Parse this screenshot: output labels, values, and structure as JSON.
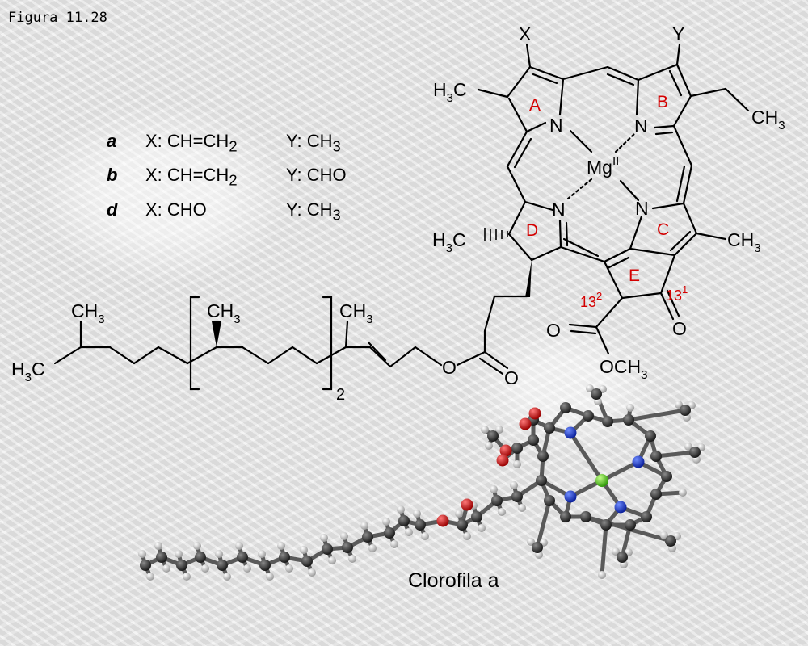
{
  "figure_label": "Figura 11.28",
  "caption": "Clorofila a",
  "variants": [
    {
      "key": "a",
      "x_label": "X: ",
      "x_value": "CH=CH",
      "x_sub": "2",
      "y_label": "Y: ",
      "y_value": "CH",
      "y_sub": "3"
    },
    {
      "key": "b",
      "x_label": "X: ",
      "x_value": "CH=CH",
      "x_sub": "2",
      "y_label": "Y: ",
      "y_value": "CHO",
      "y_sub": ""
    },
    {
      "key": "d",
      "x_label": "X: ",
      "x_value": "CHO",
      "x_sub": "",
      "y_label": "Y: ",
      "y_value": "CH",
      "y_sub": "3"
    }
  ],
  "structure": {
    "substituent_x": "X",
    "substituent_y": "Y",
    "ring_labels": {
      "a": "A",
      "b": "B",
      "c": "C",
      "d": "D",
      "e": "E"
    },
    "metal": "Mg",
    "metal_oxidation": "II",
    "nitrogen": "N",
    "oxygen": "O",
    "methyl_base": "H",
    "methyl_sub": "3",
    "methyl_c": "C",
    "ch_prefix": "CH",
    "och": "OCH",
    "h_letter": "H",
    "locant_13": "13",
    "locant_13_1_sup": "1",
    "locant_13_2_sup": "2",
    "repeat_count": "2"
  },
  "colors": {
    "ring_label": "#d40000",
    "carbon": "#3a3a3a",
    "nitrogen": "#1038d8",
    "oxygen": "#d81818",
    "magnesium": "#5fd62a",
    "hydrogen": "#ededed"
  }
}
